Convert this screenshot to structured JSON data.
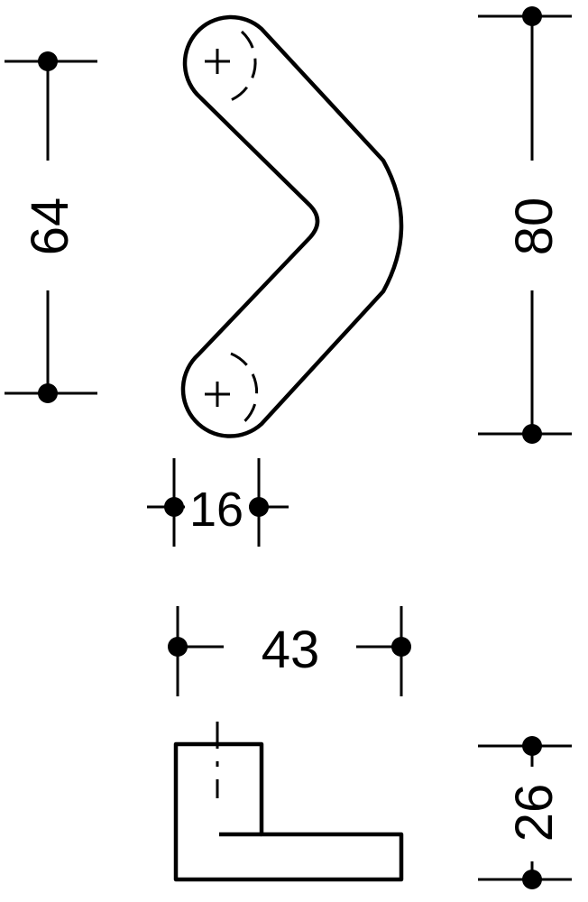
{
  "drawing": {
    "dimensions": {
      "hole_spacing": "64",
      "total_height": "80",
      "thickness": "16",
      "projection": "43",
      "base_height": "26"
    },
    "colors": {
      "line": "#000000",
      "background": "#ffffff"
    }
  }
}
